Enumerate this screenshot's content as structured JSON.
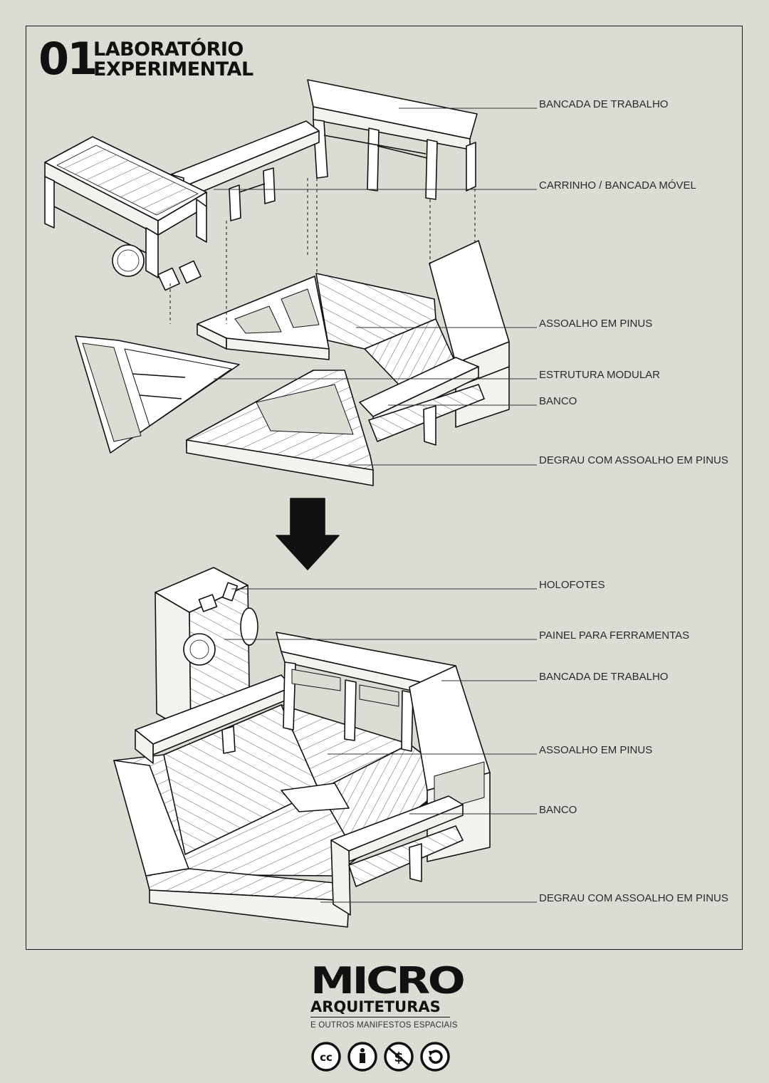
{
  "title": {
    "number": "01",
    "line1": "LABORATÓRIO",
    "line2": "EXPERIMENTAL"
  },
  "exploded_labels": [
    "BANCADA DE TRABALHO",
    "CARRINHO / BANCADA MÓVEL",
    "ASSOALHO EM PINUS",
    "ESTRUTURA MODULAR",
    "BANCO",
    "DEGRAU COM ASSOALHO EM PINUS"
  ],
  "assembled_labels": [
    "HOLOFOTES",
    "PAINEL PARA FERRAMENTAS",
    "BANCADA DE TRABALHO",
    "ASSOALHO EM PINUS",
    "BANCO",
    "DEGRAU COM ASSOALHO EM PINUS"
  ],
  "logo": {
    "main": "MICRO",
    "sub": "ARQUITETURAS",
    "tagline": "E OUTROS MANIFESTOS ESPACIAIS"
  },
  "license_icons": [
    "cc-icon",
    "by-person-icon",
    "non-commercial-icon",
    "share-alike-icon"
  ],
  "colors": {
    "background": "#dcdcd4",
    "ink": "#111111",
    "fill": "#ffffff"
  }
}
